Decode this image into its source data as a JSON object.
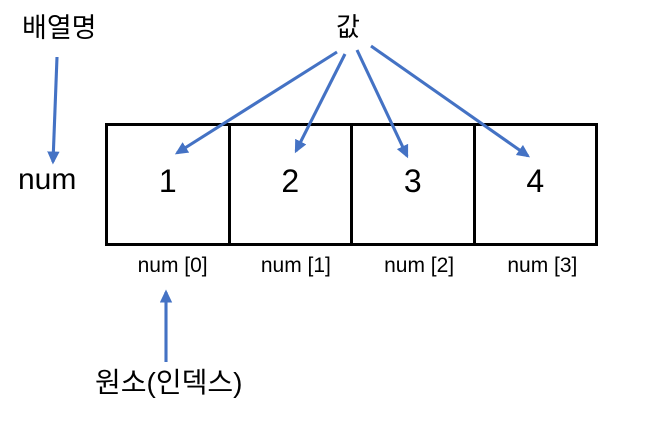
{
  "diagram": {
    "labels": {
      "array_name": "배열명",
      "value": "값",
      "element_index": "원소(인덱스)"
    },
    "array": {
      "name": "num",
      "cells": [
        {
          "value": "1",
          "index_label": "num [0]"
        },
        {
          "value": "2",
          "index_label": "num [1]"
        },
        {
          "value": "3",
          "index_label": "num [2]"
        },
        {
          "value": "4",
          "index_label": "num [3]"
        }
      ]
    },
    "colors": {
      "arrow": "#4472C4",
      "border": "#000000",
      "text": "#000000",
      "background": "#FFFFFF"
    }
  }
}
